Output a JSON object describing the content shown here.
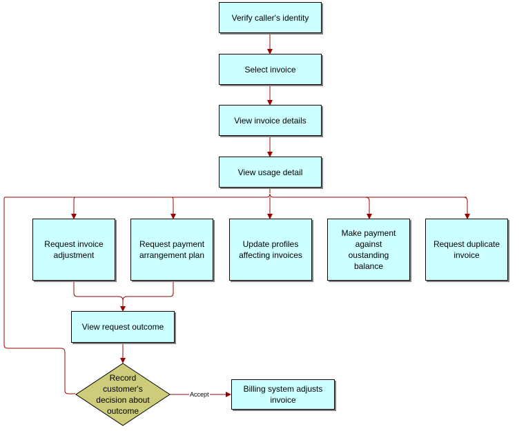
{
  "colors": {
    "box_fill": "#ccffff",
    "box_border": "#000000",
    "decision_fill": "#cccc7a",
    "connector": "#990000",
    "shadow": "#7f7f7f"
  },
  "nodes": {
    "verify_identity": "Verify caller's identity",
    "select_invoice": "Select invoice",
    "view_invoice_details": "View invoice details",
    "view_usage_detail": "View usage detail",
    "request_adjustment": "Request invoice\nadjustment",
    "request_payment_plan": "Request payment\narrangement plan",
    "update_profiles": "Update profiles\naffecting invoices",
    "make_payment": "Make payment\nagainst\noustanding\nbalance",
    "request_duplicate": "Request duplicate\ninvoice",
    "view_request_outcome": "View request outcome",
    "record_decision": "Record\ncustomer's\ndecision about\noutcome",
    "billing_adjusts": "Billing system adjusts\ninvoice"
  },
  "edges": {
    "accept_label": "Accept"
  }
}
